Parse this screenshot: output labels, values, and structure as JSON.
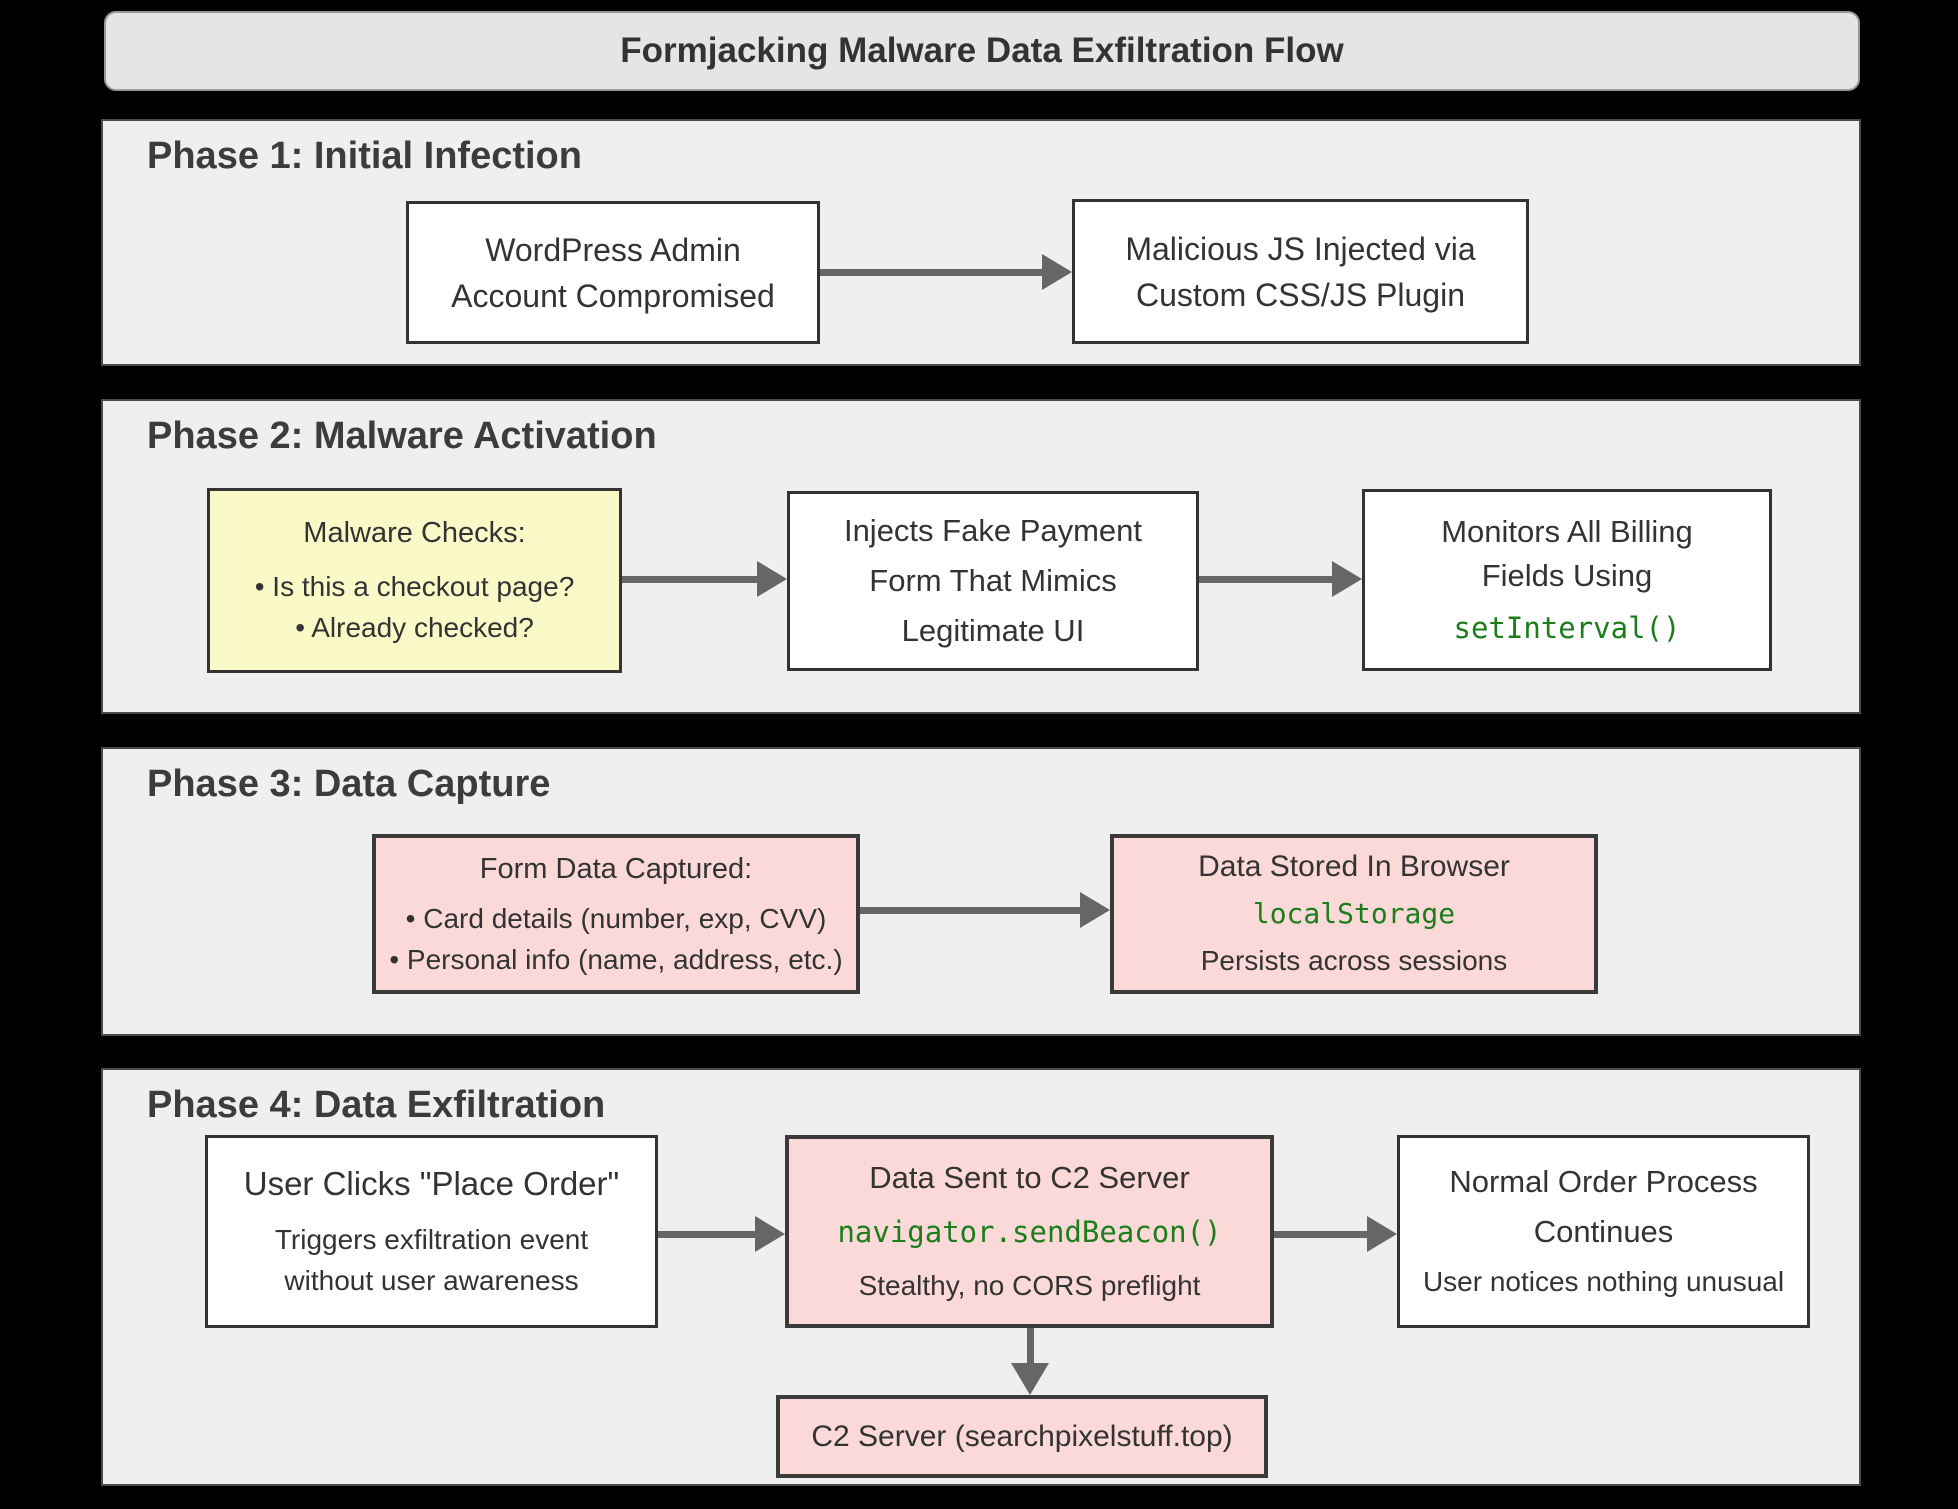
{
  "title": "Formjacking Malware Data Exfiltration Flow",
  "colors": {
    "background": "#000000",
    "panel_fill": "#efefef",
    "node_white": "#ffffff",
    "node_yellow": "#fafac9",
    "node_pink": "#fbd9d9",
    "node_border": "#333333",
    "arrow_gray": "#666666",
    "code_green": "#1b7e1b",
    "text": "#333333"
  },
  "phase1": {
    "heading": "Phase 1: Initial Infection",
    "box1": {
      "line1": "WordPress Admin",
      "line2": "Account Compromised"
    },
    "box2": {
      "line1": "Malicious JS Injected via",
      "line2": "Custom CSS/JS Plugin"
    }
  },
  "phase2": {
    "heading": "Phase 2: Malware Activation",
    "box1": {
      "title": "Malware Checks:",
      "bullet1": "• Is this a checkout page?",
      "bullet2": "• Already checked?"
    },
    "box2": {
      "line1": "Injects Fake Payment",
      "line2": "Form That Mimics",
      "line3": "Legitimate UI"
    },
    "box3": {
      "line1": "Monitors All Billing",
      "line2": "Fields Using",
      "code": "setInterval()"
    }
  },
  "phase3": {
    "heading": "Phase 3: Data Capture",
    "box1": {
      "title": "Form Data Captured:",
      "bullet1": "• Card details (number, exp, CVV)",
      "bullet2": "• Personal info (name, address, etc.)"
    },
    "box2": {
      "line1": "Data Stored In Browser",
      "code": "localStorage",
      "line2": "Persists across sessions"
    }
  },
  "phase4": {
    "heading": "Phase 4: Data Exfiltration",
    "box1": {
      "line1": "User Clicks \"Place Order\"",
      "line2": "Triggers exfiltration event",
      "line3": "without user awareness"
    },
    "box2": {
      "line1": "Data Sent to C2 Server",
      "code": "navigator.sendBeacon()",
      "line2": "Stealthy, no CORS preflight"
    },
    "box3": {
      "line1": "Normal Order Process",
      "line2": "Continues",
      "line3": "User notices nothing unusual"
    },
    "box4": {
      "line1": "C2 Server (searchpixelstuff.top)"
    }
  }
}
